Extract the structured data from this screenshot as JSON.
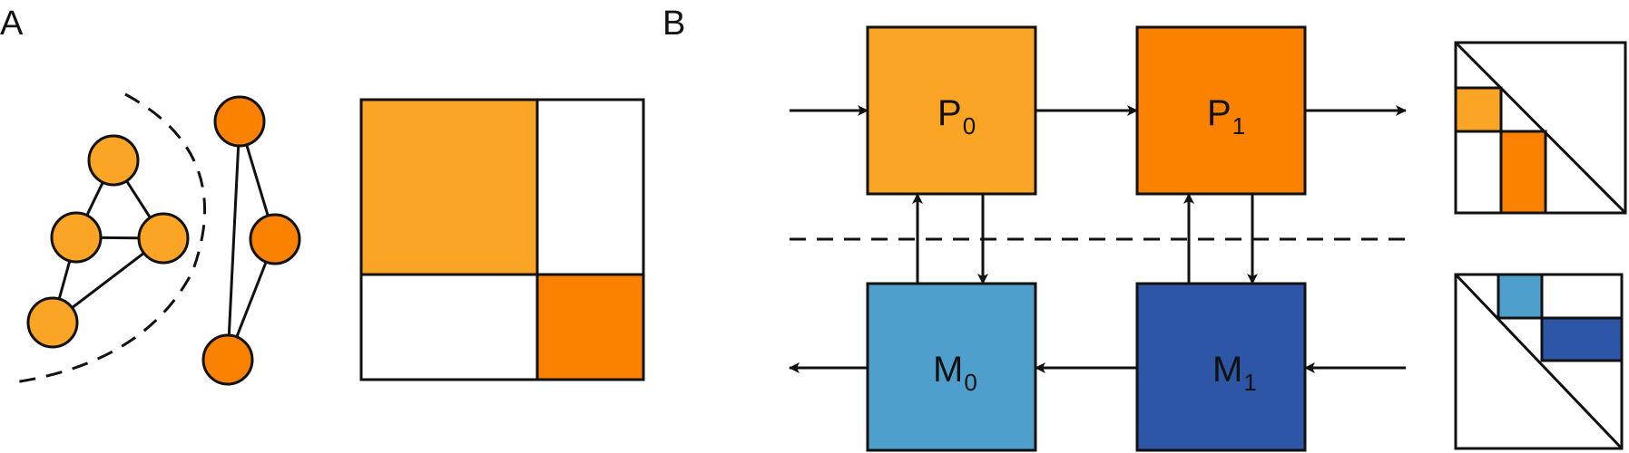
{
  "panels": {
    "a_label": "A",
    "b_label": "B"
  },
  "boxes": {
    "p0": {
      "main": "P",
      "sub": "0"
    },
    "p1": {
      "main": "P",
      "sub": "1"
    },
    "m0": {
      "main": "M",
      "sub": "0"
    },
    "m1": {
      "main": "M",
      "sub": "1"
    }
  },
  "colors": {
    "light_orange": "#FBA526",
    "dark_orange": "#FB8200",
    "light_blue": "#4F9FCC",
    "dark_blue": "#2E56A6",
    "stroke": "#111111"
  }
}
